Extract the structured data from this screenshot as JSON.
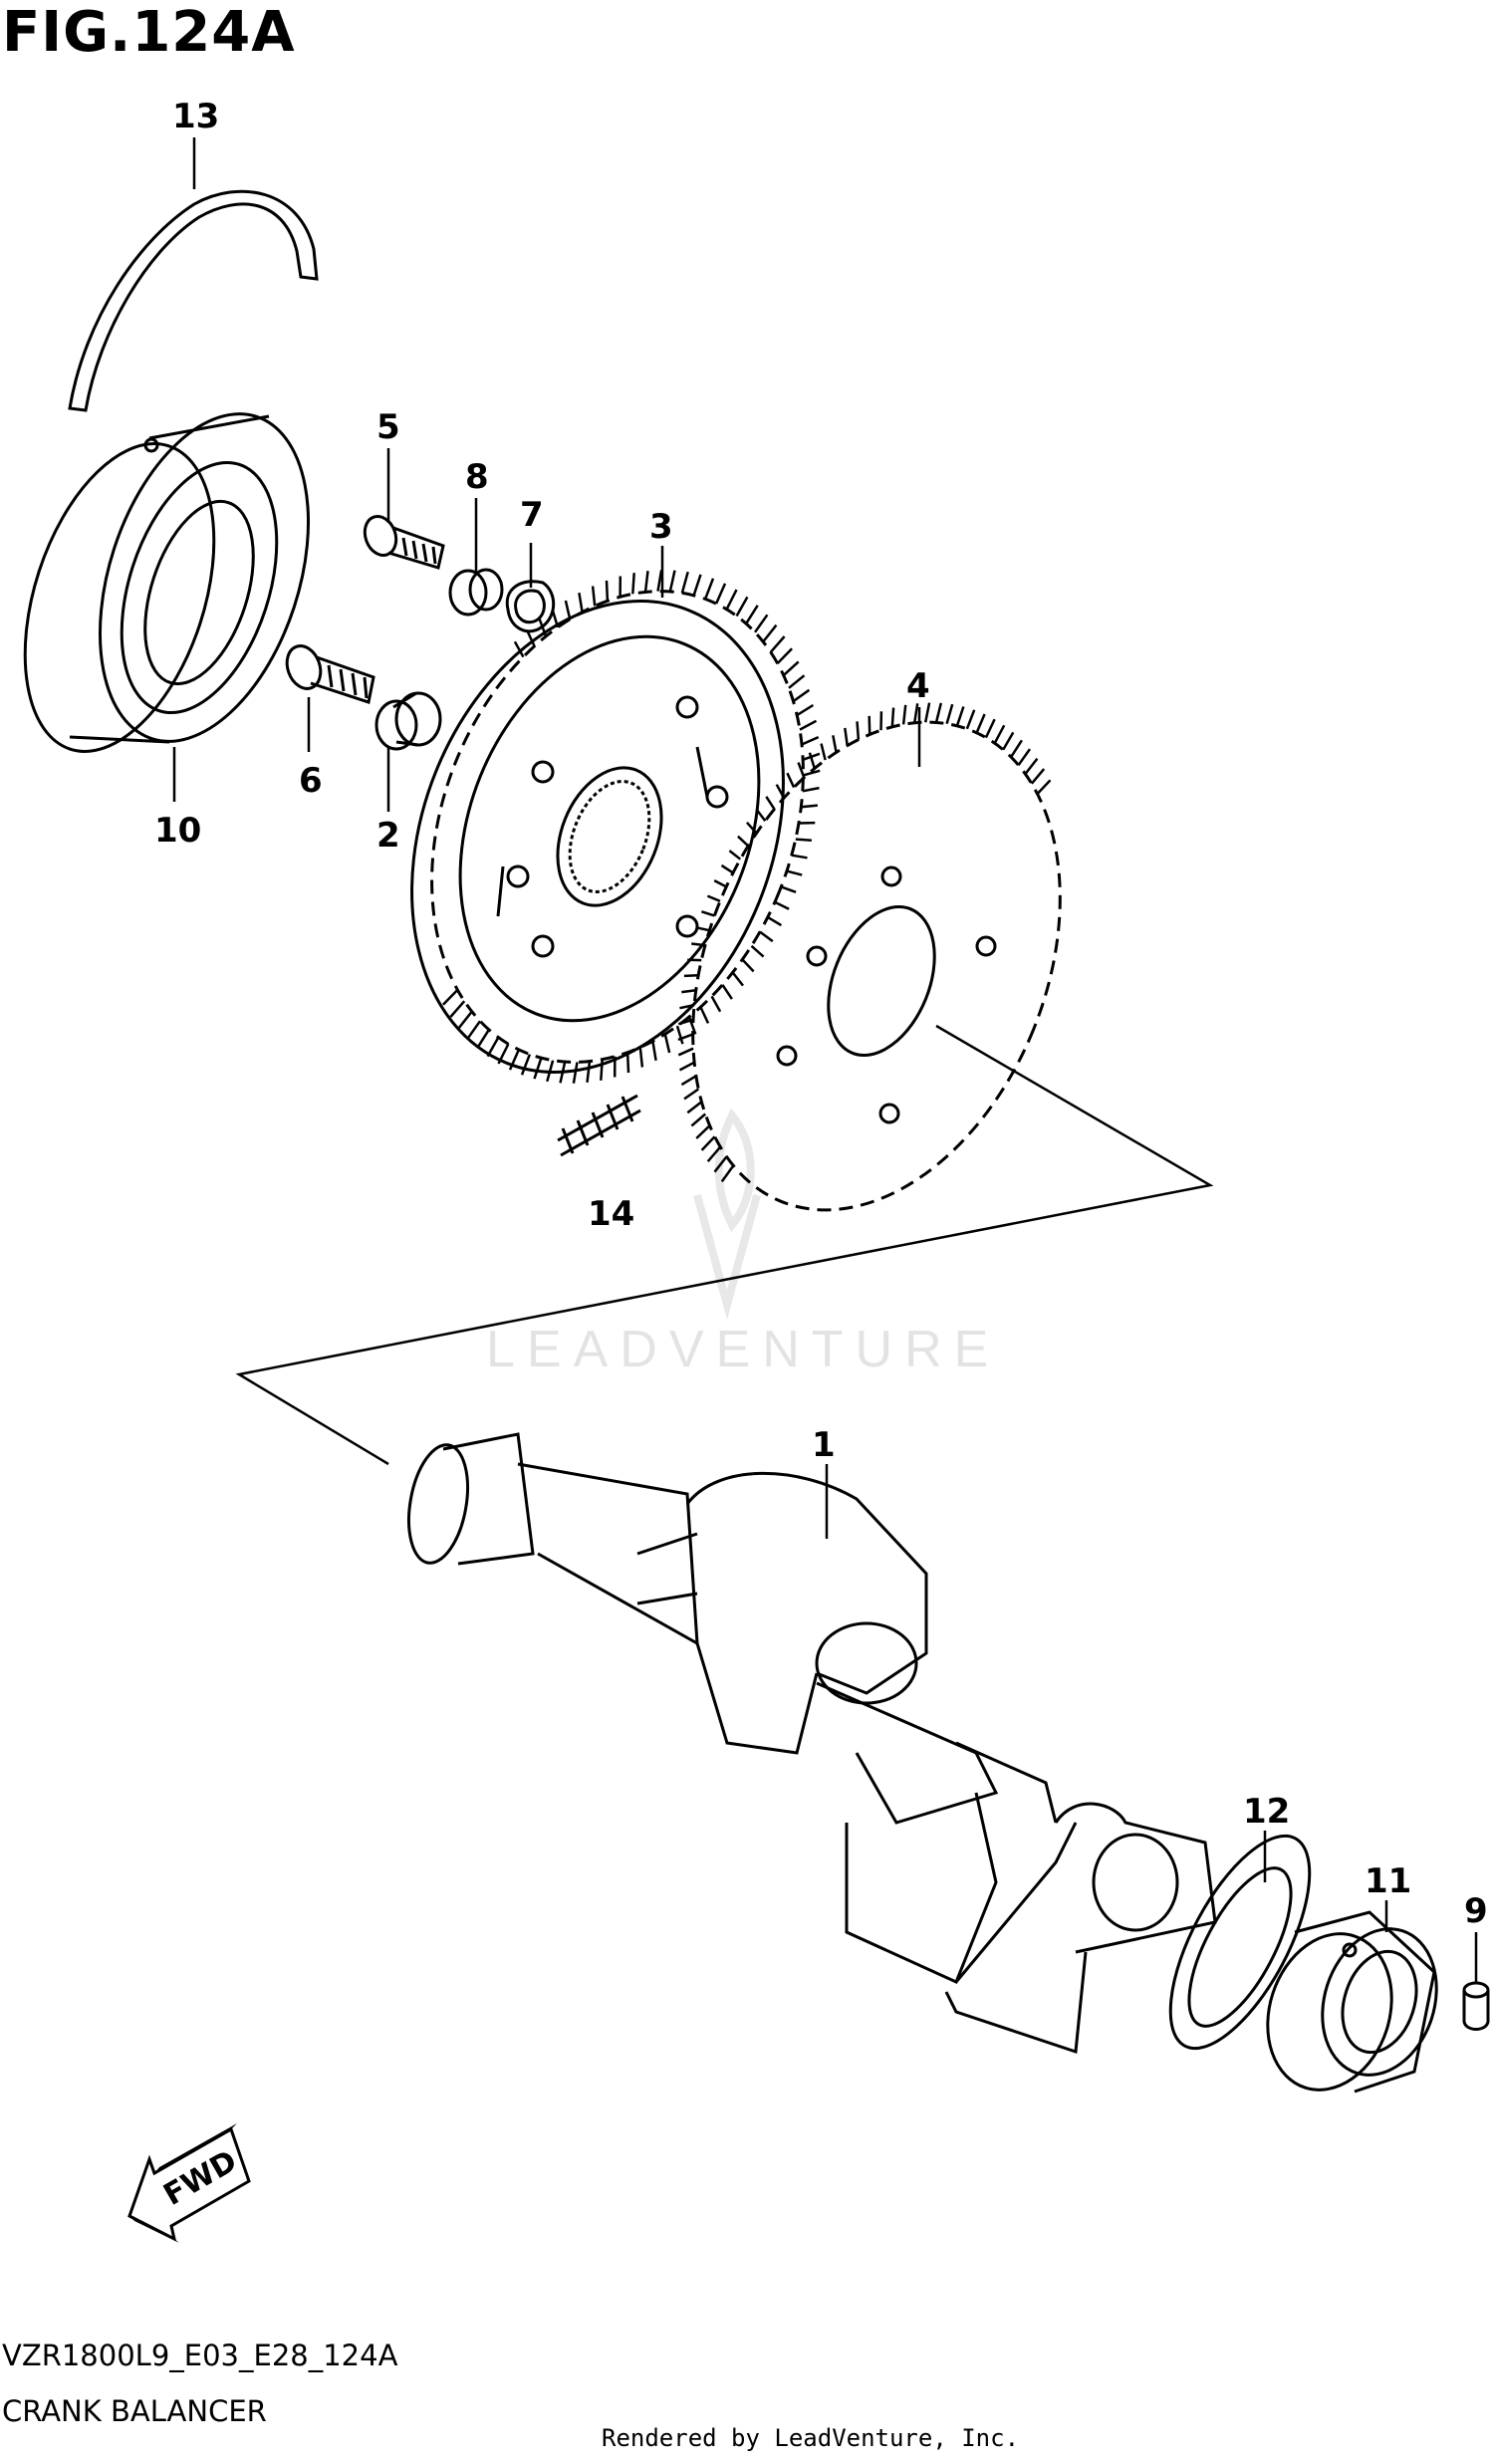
{
  "figure_title": "FIG.124A",
  "model_code": "VZR1800L9_E03_E28_124A",
  "diagram_name": "CRANK BALANCER",
  "render_credit": "Rendered by LeadVenture, Inc.",
  "watermark": "LEADVENTURE",
  "fwd_label": "FWD",
  "callouts": [
    "1",
    "2",
    "3",
    "4",
    "5",
    "6",
    "7",
    "8",
    "9",
    "10",
    "11",
    "12",
    "13",
    "14"
  ]
}
